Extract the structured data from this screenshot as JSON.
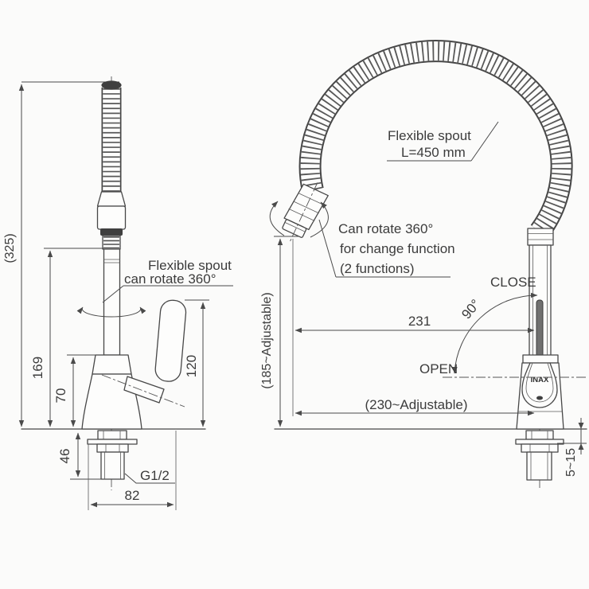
{
  "title": "Flexible spout kitchen faucet installation drawing",
  "colors": {
    "background": "#fbfbfa",
    "line": "#474747",
    "text": "#3c3c3c"
  },
  "left_view": {
    "note": {
      "line1": "Flexible spout",
      "line2": "can rotate 360°"
    },
    "dims": {
      "overall_height": "(325)",
      "spout_height": "169",
      "body_height": "70",
      "shank_length": "46",
      "handle_height": "120",
      "base_width": "82"
    },
    "thread_label": "G1/2"
  },
  "right_view": {
    "spout_note": {
      "line1": "Flexible spout",
      "line2": "L=450 mm"
    },
    "rotate_note": {
      "line1": "Can rotate 360°",
      "line2": "for change function",
      "line3": "(2 functions)"
    },
    "labels": {
      "close": "CLOSE",
      "open": "OPEN",
      "angle": "90°"
    },
    "dims": {
      "reach": "231",
      "height_adjustable": "(185~Adjustable)",
      "reach_adjustable": "(230~Adjustable)",
      "deck_thickness": "5~15"
    },
    "brand": "INAX"
  }
}
